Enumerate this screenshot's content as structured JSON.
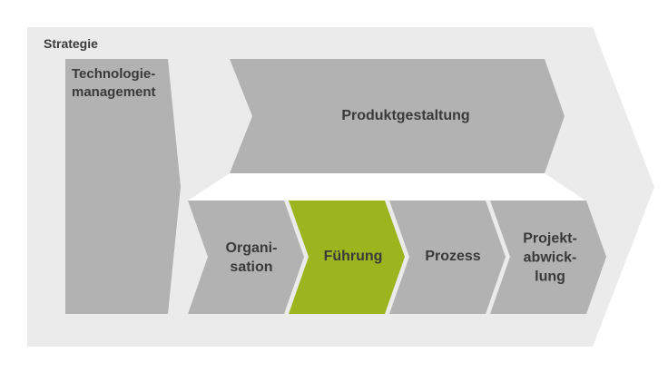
{
  "diagram": {
    "outer": {
      "label": "Strategie"
    },
    "left_block": {
      "label": "Technologie-\nmanagement"
    },
    "top_arrow": {
      "label": "Produktgestaltung"
    },
    "chain": [
      {
        "label": "Organi-\nsation",
        "highlighted": false
      },
      {
        "label": "Führung",
        "highlighted": true
      },
      {
        "label": "Prozess",
        "highlighted": false
      },
      {
        "label": "Projekt-\nabwick-\nlung",
        "highlighted": false
      }
    ]
  },
  "colors": {
    "outer_fill": "#ebebeb",
    "shape_fill": "#b2b2b2",
    "highlight_fill": "#9cb51e",
    "text": "#3a3a3a"
  }
}
